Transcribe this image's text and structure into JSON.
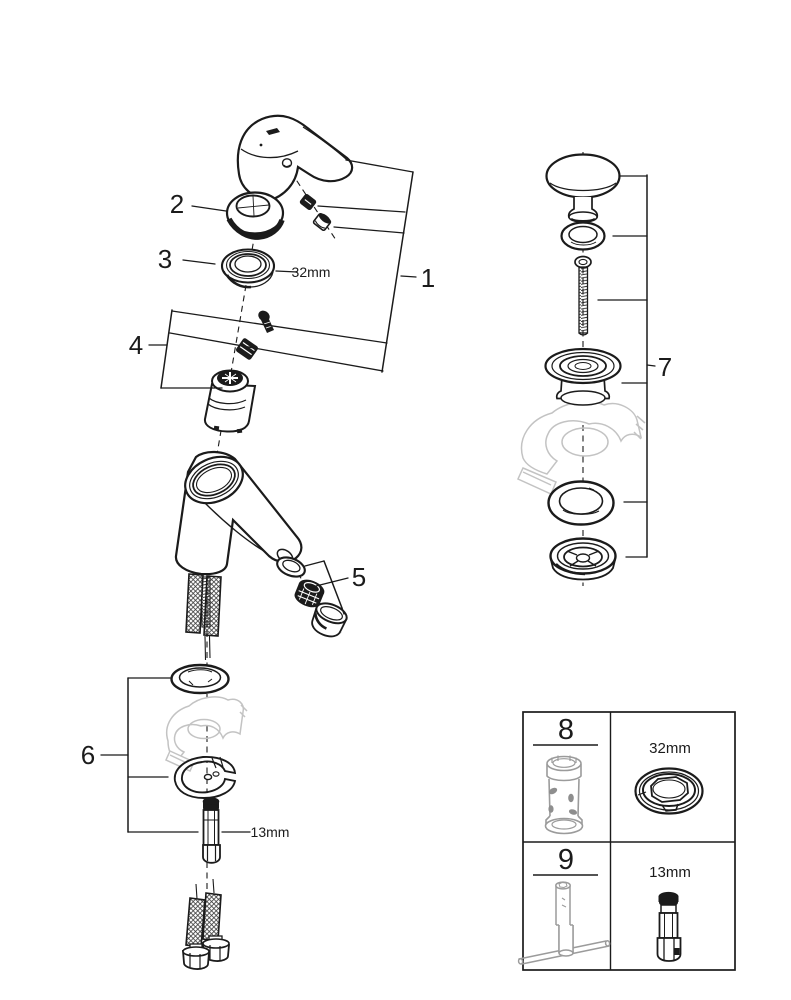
{
  "page": {
    "background": "#ffffff",
    "line_color": "#1b1b1b",
    "ghost_color": "#c3c3c3",
    "tool_color": "#9b9b9b"
  },
  "diagram": {
    "callouts": {
      "n1": "1",
      "n2": "2",
      "n3": "3",
      "n4": "4",
      "n5": "5",
      "n6": "6",
      "n7": "7",
      "n8": "8",
      "n9": "9"
    },
    "dimensions": {
      "size32": "32mm",
      "size13": "13mm"
    }
  }
}
